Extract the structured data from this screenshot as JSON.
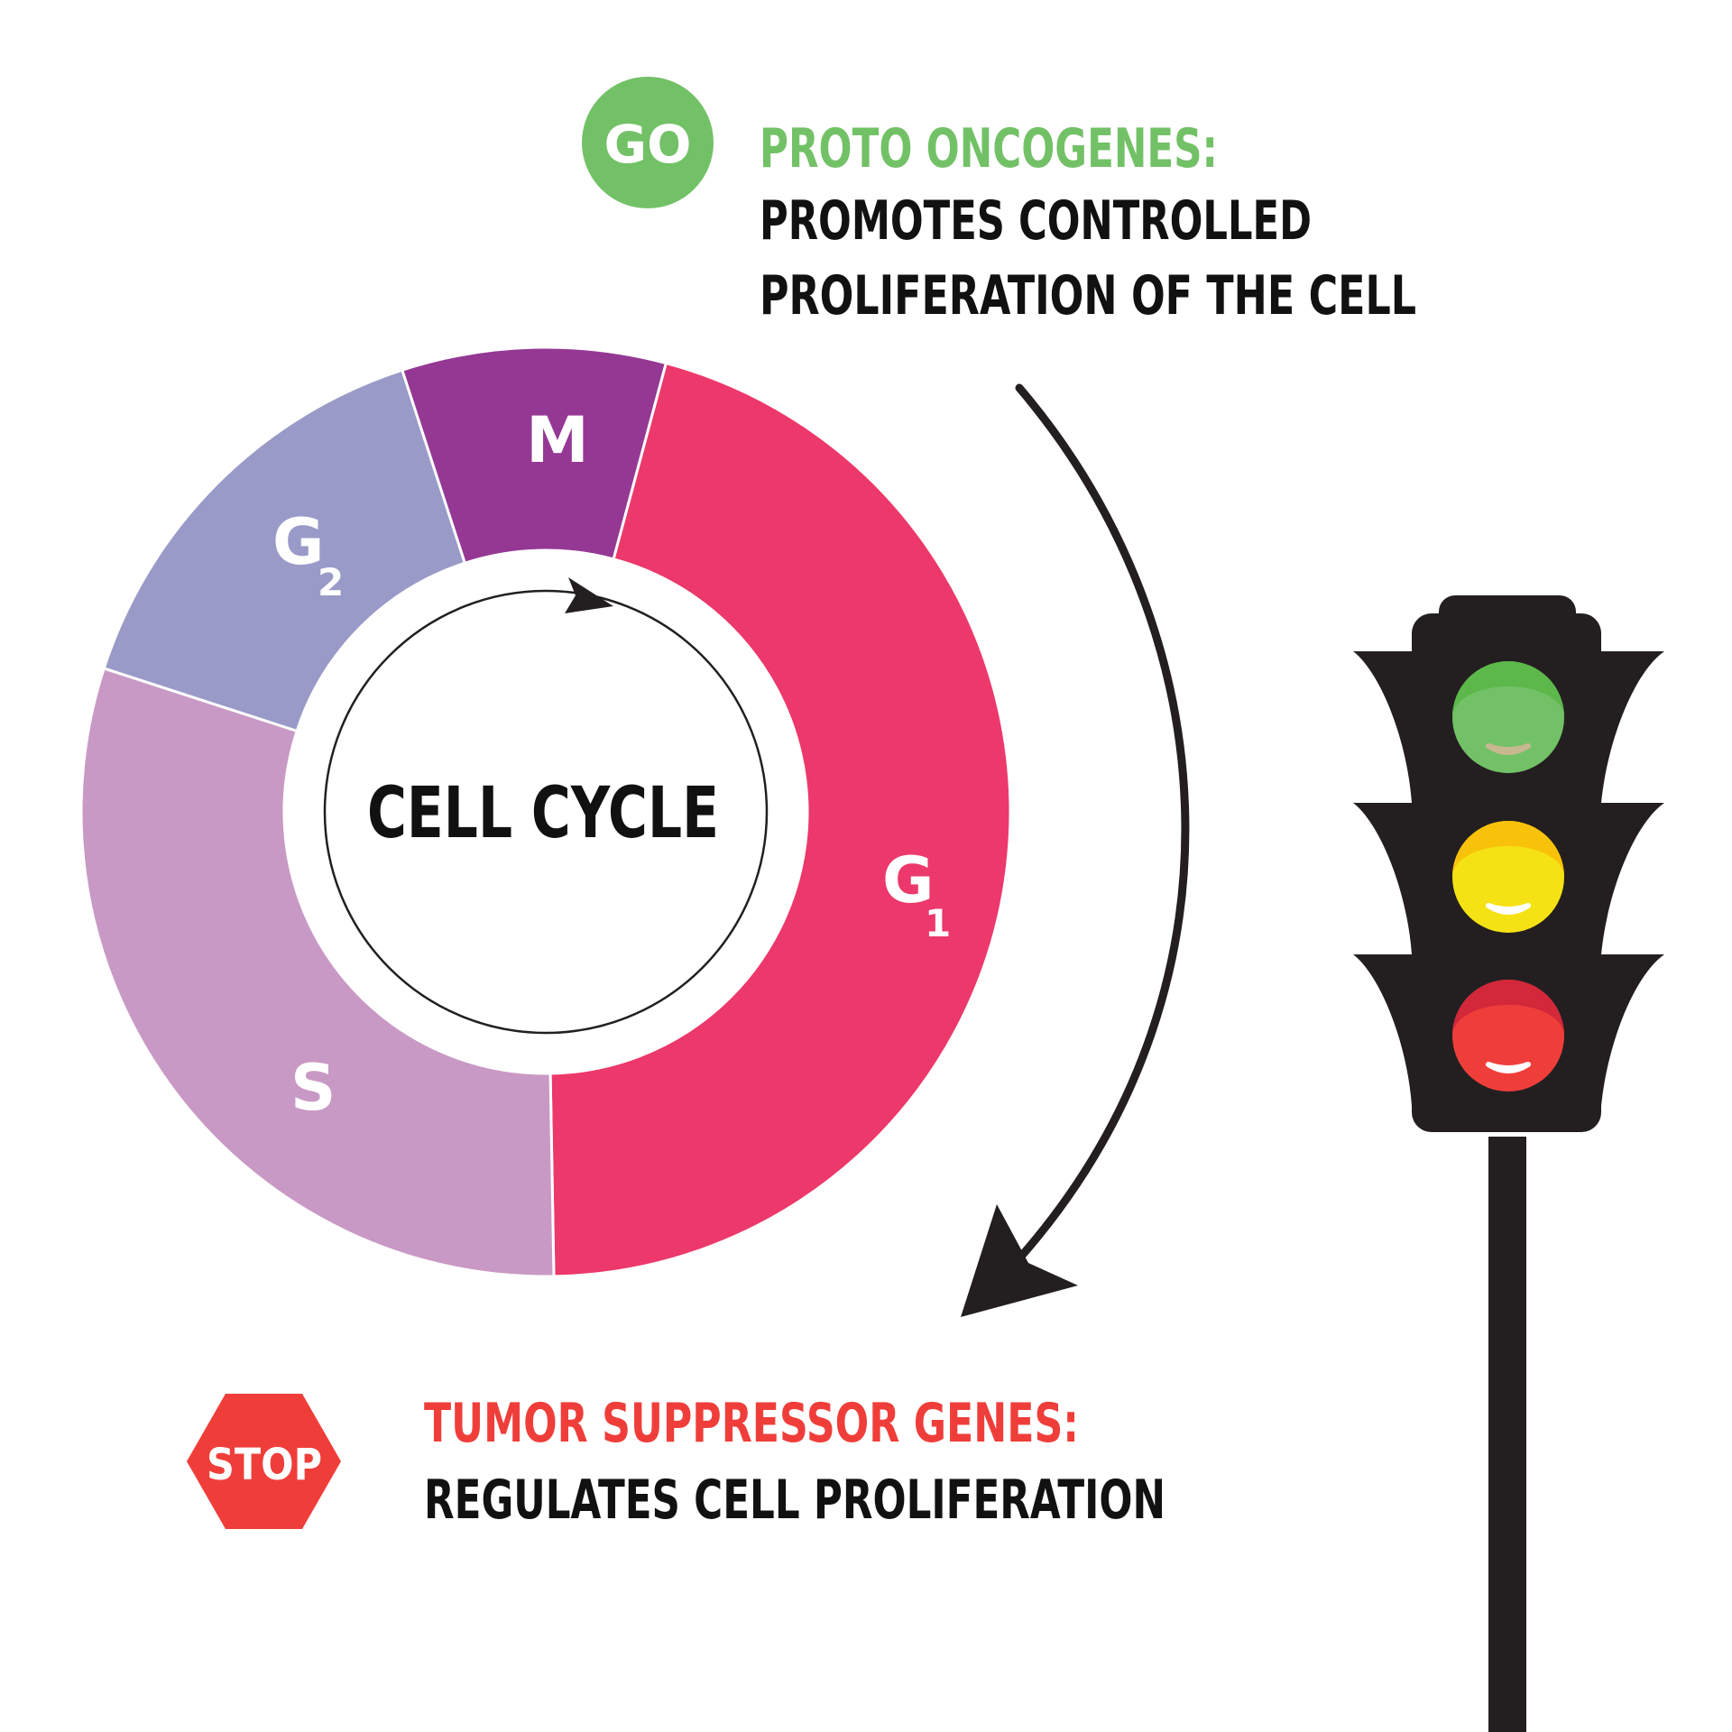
{
  "go_block": {
    "badge_text": "GO",
    "title": "PROTO ONCOGENES:",
    "line1": "PROMOTES CONTROLLED",
    "line2": "PROLIFERATION OF THE CELL",
    "badge_color": "#73c167",
    "title_color": "#73c167"
  },
  "stop_block": {
    "badge_text": "STOP",
    "title": "TUMOR SUPPRESSOR GENES:",
    "line1": "REGULATES CELL PROLIFERATION",
    "badge_color": "#ef3e3a",
    "title_color": "#ef3e3a"
  },
  "cell_cycle": {
    "center_label": "CELL CYCLE",
    "phases": [
      {
        "name": "G1",
        "letter": "G",
        "sub": "1",
        "color": "#ec386a"
      },
      {
        "name": "S",
        "letter": "S",
        "sub": "",
        "color": "#c999c5"
      },
      {
        "name": "G2",
        "letter": "G",
        "sub": "2",
        "color": "#9a9ac8"
      },
      {
        "name": "M",
        "letter": "M",
        "sub": "",
        "color": "#953894"
      }
    ]
  },
  "traffic_light": {
    "body_color": "#231f20",
    "lights": [
      {
        "name": "green",
        "color": "#73c167",
        "top_color": "#5cb84a",
        "glint": "#c8b890"
      },
      {
        "name": "yellow",
        "color": "#f5e214",
        "top_color": "#f9c20a",
        "glint": "#ffffff"
      },
      {
        "name": "red",
        "color": "#ef3e3a",
        "top_color": "#d2283a",
        "glint": "#ffffff"
      }
    ]
  }
}
